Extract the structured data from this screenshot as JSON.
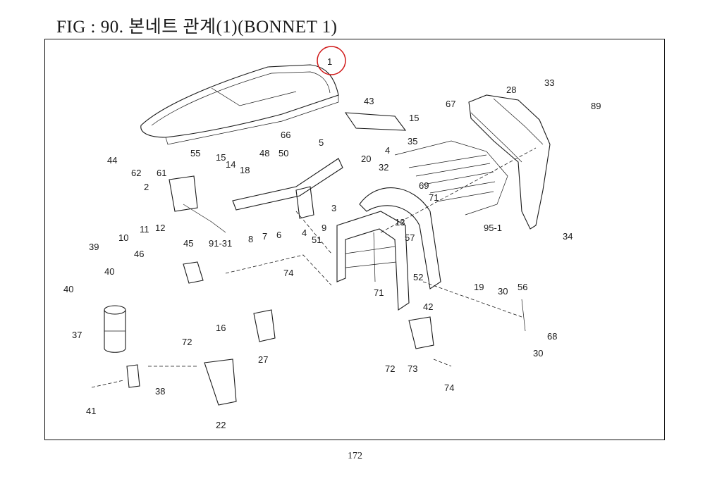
{
  "figure": {
    "title": "FIG : 90. 본네트 관계(1)(BONNET 1)",
    "page_number": "172",
    "highlight_color": "#d01818"
  },
  "callouts": [
    {
      "id": "c1",
      "text": "1"
    },
    {
      "id": "c66",
      "text": "66"
    },
    {
      "id": "c43",
      "text": "43"
    },
    {
      "id": "c15",
      "text": "15"
    },
    {
      "id": "c28",
      "text": "28"
    },
    {
      "id": "c33",
      "text": "33"
    },
    {
      "id": "c67",
      "text": "67"
    },
    {
      "id": "c89",
      "text": "89"
    },
    {
      "id": "c4a",
      "text": "4"
    },
    {
      "id": "c35",
      "text": "35"
    },
    {
      "id": "c44",
      "text": "44"
    },
    {
      "id": "c55",
      "text": "55"
    },
    {
      "id": "c15b",
      "text": "15"
    },
    {
      "id": "c14",
      "text": "14"
    },
    {
      "id": "c48",
      "text": "48"
    },
    {
      "id": "c50",
      "text": "50"
    },
    {
      "id": "c5",
      "text": "5"
    },
    {
      "id": "c62",
      "text": "62"
    },
    {
      "id": "c61",
      "text": "61"
    },
    {
      "id": "c18",
      "text": "18"
    },
    {
      "id": "c20",
      "text": "20"
    },
    {
      "id": "c32",
      "text": "32"
    },
    {
      "id": "c69",
      "text": "69"
    },
    {
      "id": "c71",
      "text": "71"
    },
    {
      "id": "c2",
      "text": "2"
    },
    {
      "id": "c10",
      "text": "10"
    },
    {
      "id": "c11",
      "text": "11"
    },
    {
      "id": "c12",
      "text": "12"
    },
    {
      "id": "c9131",
      "text": "91-31"
    },
    {
      "id": "c8",
      "text": "8"
    },
    {
      "id": "c7",
      "text": "7"
    },
    {
      "id": "c6",
      "text": "6"
    },
    {
      "id": "c4b",
      "text": "4"
    },
    {
      "id": "c3",
      "text": "3"
    },
    {
      "id": "c9",
      "text": "9"
    },
    {
      "id": "c51",
      "text": "51"
    },
    {
      "id": "c13",
      "text": "13"
    },
    {
      "id": "c951",
      "text": "95-1"
    },
    {
      "id": "c34",
      "text": "34"
    },
    {
      "id": "c39",
      "text": "39"
    },
    {
      "id": "c46",
      "text": "46"
    },
    {
      "id": "c45",
      "text": "45"
    },
    {
      "id": "c40a",
      "text": "40"
    },
    {
      "id": "c40b",
      "text": "40"
    },
    {
      "id": "c74a",
      "text": "74"
    },
    {
      "id": "c57",
      "text": "57"
    },
    {
      "id": "c52",
      "text": "52"
    },
    {
      "id": "c19",
      "text": "19"
    },
    {
      "id": "c30a",
      "text": "30"
    },
    {
      "id": "c37",
      "text": "37"
    },
    {
      "id": "c56",
      "text": "56"
    },
    {
      "id": "c71b",
      "text": "71"
    },
    {
      "id": "c42",
      "text": "42"
    },
    {
      "id": "c16",
      "text": "16"
    },
    {
      "id": "c68",
      "text": "68"
    },
    {
      "id": "c72a",
      "text": "72"
    },
    {
      "id": "c27",
      "text": "27"
    },
    {
      "id": "c30b",
      "text": "30"
    },
    {
      "id": "c72b",
      "text": "72"
    },
    {
      "id": "c73",
      "text": "73"
    },
    {
      "id": "c38",
      "text": "38"
    },
    {
      "id": "c74b",
      "text": "74"
    },
    {
      "id": "c41",
      "text": "41"
    },
    {
      "id": "c22",
      "text": "22"
    }
  ]
}
